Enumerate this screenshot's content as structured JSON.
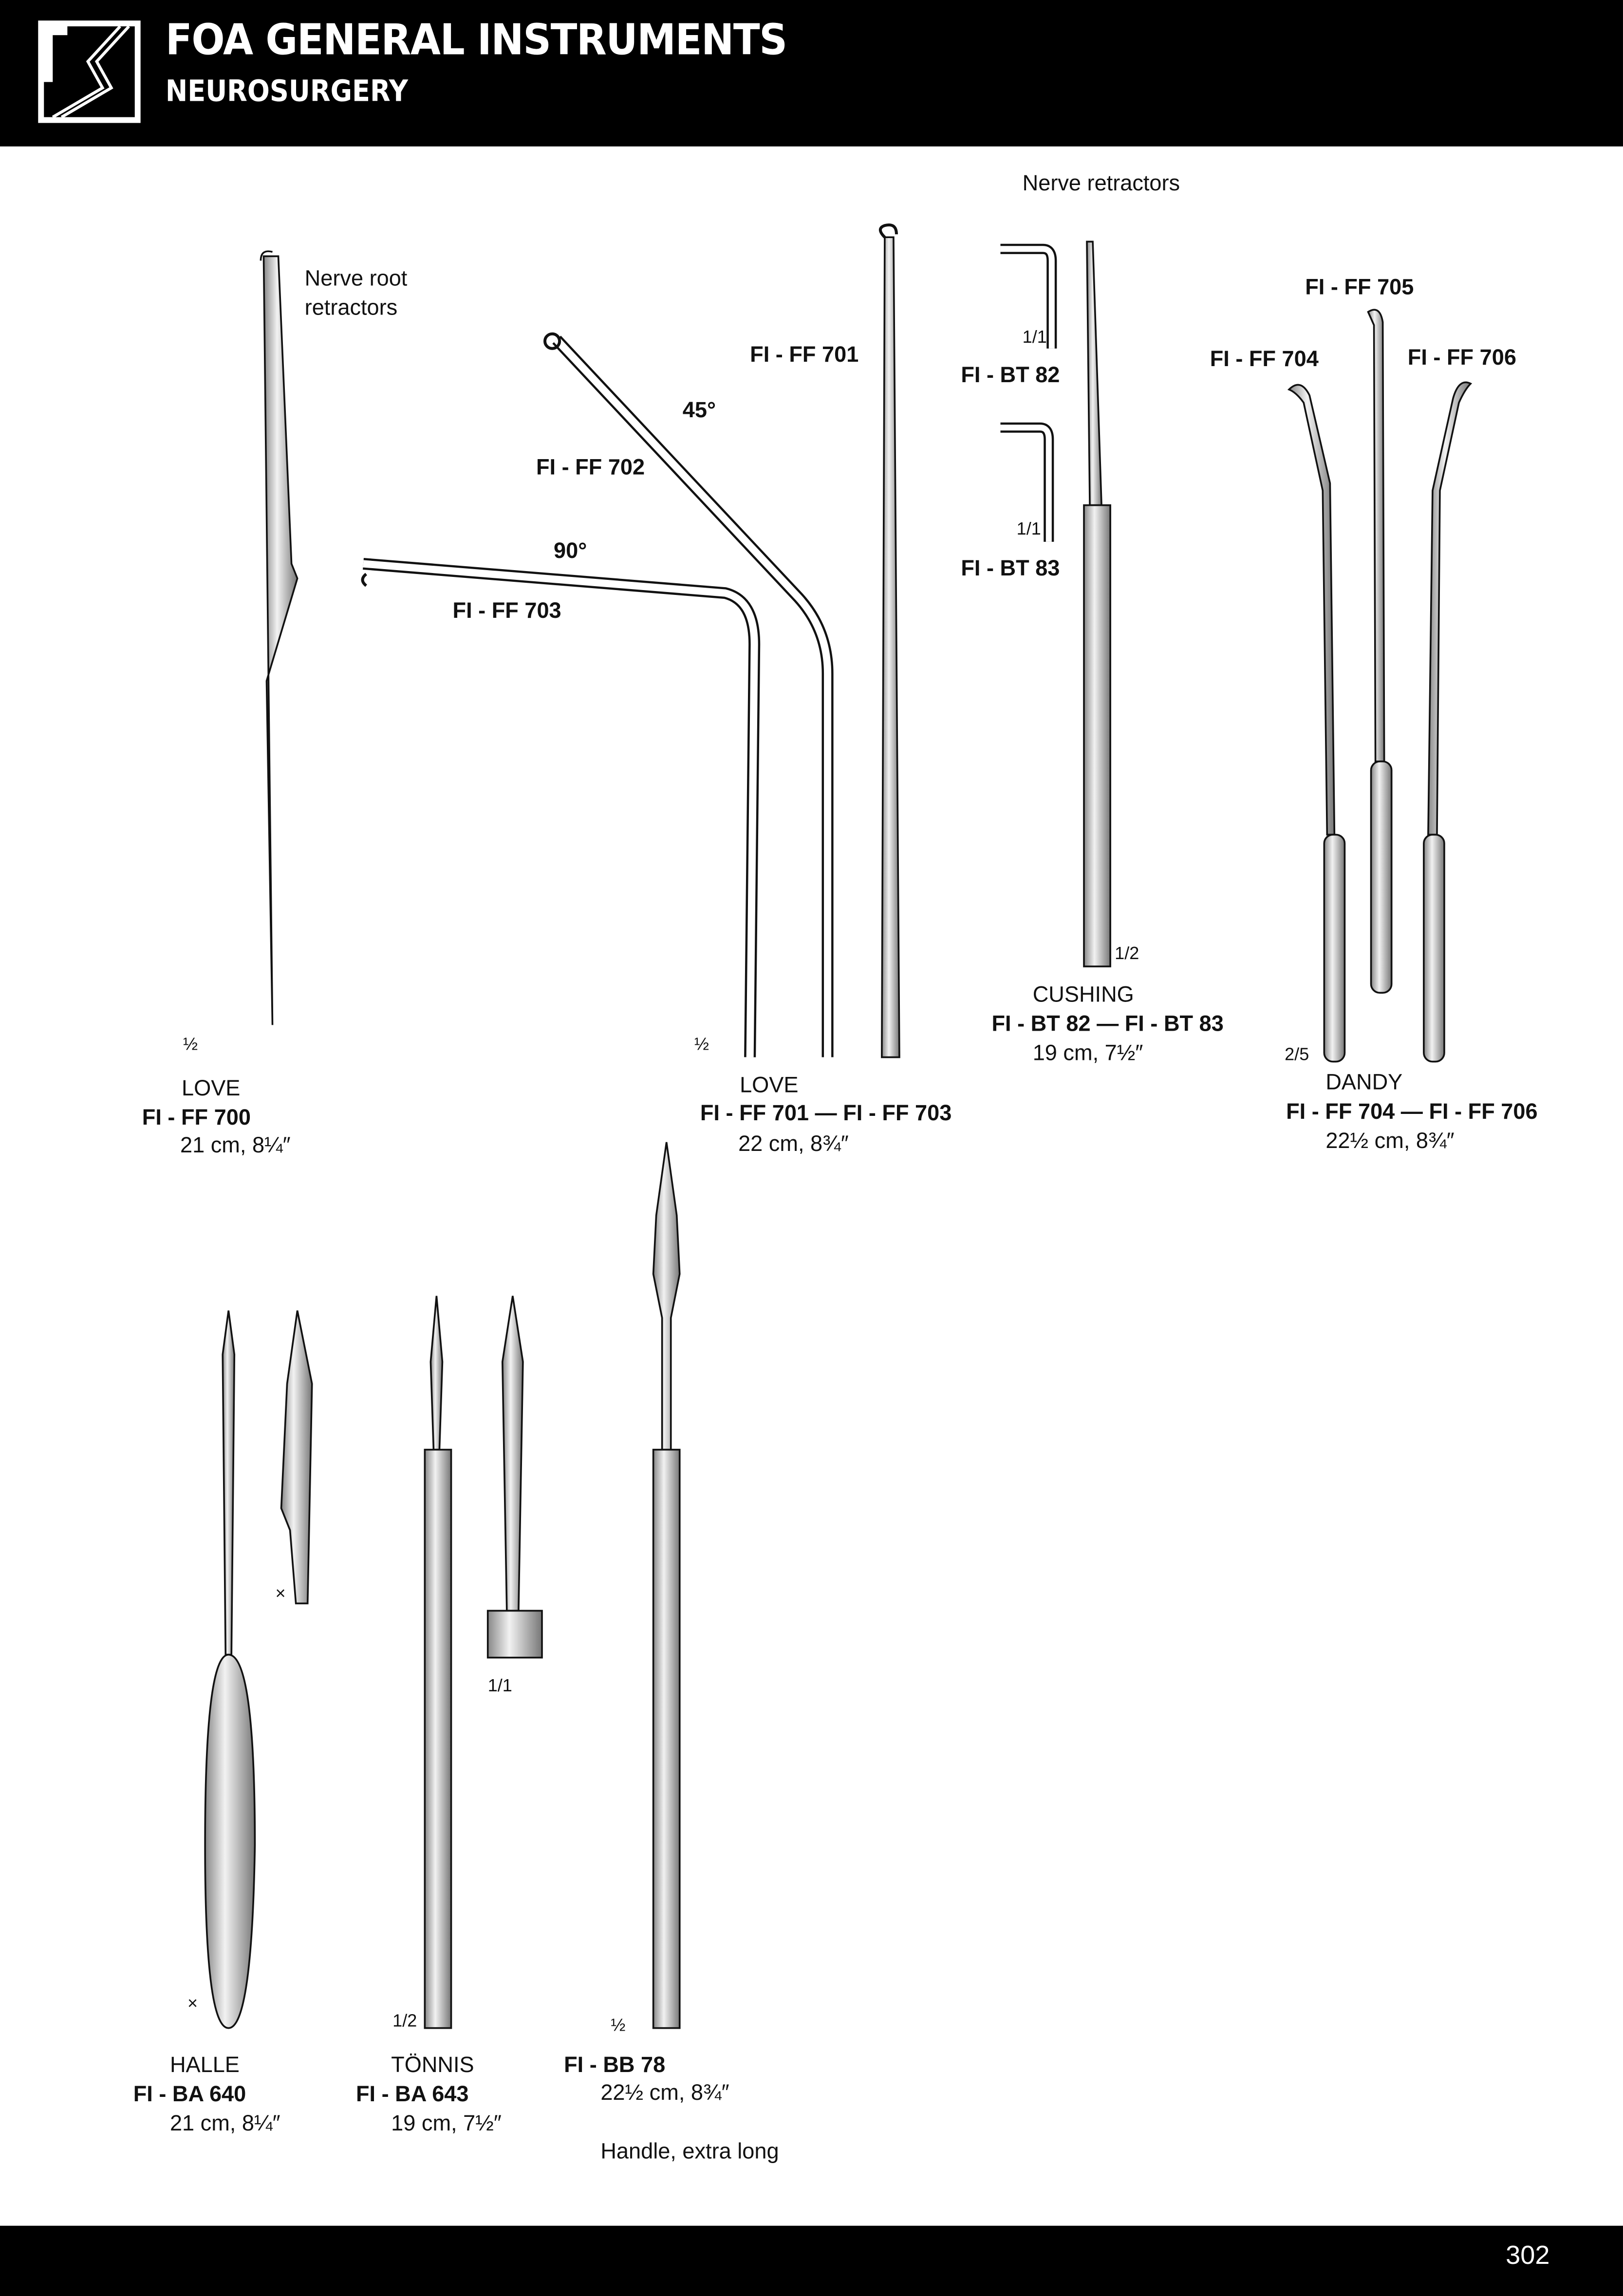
{
  "header": {
    "brand": "FOA GENERAL INSTRUMENTS",
    "section": "NEUROSURGERY",
    "logo_icon": "fs-logo-icon"
  },
  "footer": {
    "page_number": "302"
  },
  "labels": {
    "nerve_root_1": "Nerve root",
    "nerve_root_2": "retractors",
    "nerve_retractors": "Nerve retractors",
    "ff701": "FI - FF 701",
    "angle45": "45°",
    "ff702": "FI - FF 702",
    "angle90": "90°",
    "ff703": "FI - FF 703",
    "bt82": "FI - BT 82",
    "bt83": "FI - BT 83",
    "scale_bt82": "1/1",
    "scale_bt83": "1/1",
    "ff705": "FI - FF 705",
    "ff704": "FI - FF 704",
    "ff706": "FI - FF 706",
    "scale_cushing": "1/2",
    "scale_dandy": "2/5",
    "scale_love1": "½",
    "scale_love2": "½",
    "scale_halle_detail": "×",
    "scale_halle": "×",
    "scale_tonnis_detail": "1/1",
    "scale_tonnis": "1/2",
    "scale_bb78": "½"
  },
  "products": [
    {
      "name": "LOVE",
      "code": "FI - FF 700",
      "size": "21 cm, 8¼″"
    },
    {
      "name": "LOVE",
      "code": "FI - FF 701 — FI - FF 703",
      "size": "22 cm, 8¾″"
    },
    {
      "name": "CUSHING",
      "code": "FI - BT 82 — FI - BT 83",
      "size": "19 cm, 7½″"
    },
    {
      "name": "DANDY",
      "code": "FI - FF 704 — FI - FF 706",
      "size": "22½ cm, 8¾″"
    },
    {
      "name": "HALLE",
      "code": "FI - BA 640",
      "size": "21 cm, 8¼″"
    },
    {
      "name": "TÖNNIS",
      "code": "FI - BA 643",
      "size": "19 cm, 7½″"
    },
    {
      "name": "",
      "code": "FI - BB 78",
      "size": "22½ cm, 8¾″",
      "note": "Handle, extra long"
    }
  ]
}
